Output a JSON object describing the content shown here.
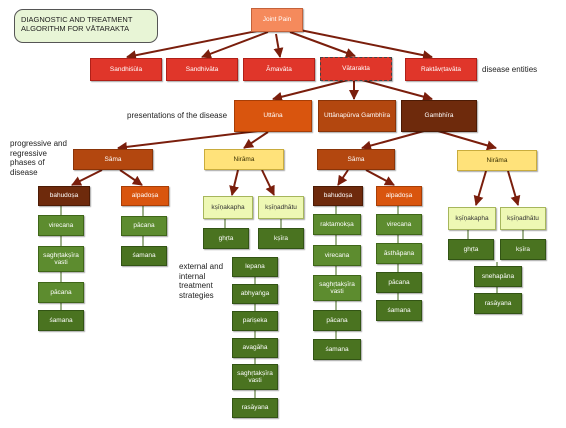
{
  "title": "DIAGNOSTIC AND TREATMENT ALGORITHM FOR VĀTARAKTA",
  "labels": {
    "disease_entities": "disease entities",
    "presentations": "presentations of the disease",
    "progressive": "progressive and regressive phases of disease",
    "external": "external and internal treatment strategies"
  },
  "nodes": {
    "joint_pain": "Joint Pain",
    "sandhisula": "Sandhiśūla",
    "sandhivata": "Sandhivāta",
    "amavata": "Āmavāta",
    "vatarakta": "Vātarakta",
    "raktavrtavata": "Raktāvṛtavāta",
    "uttana": "Uttāna",
    "uttanapurva": "Uttānapūrva Gambhīra",
    "gambhira": "Gambhīra",
    "sama_1": "Sāma",
    "nirama_1": "Nirāma",
    "sama_2": "Sāma",
    "nirama_2": "Nirāma",
    "bahudosa_1": "bahudoṣa",
    "alpadosa_1": "alpadoṣa",
    "ksinakapha_1": "kṣīṇakapha",
    "ksinadhatu_1": "kṣīṇadhātu",
    "bahudosa_2": "bahudoṣa",
    "alpadosa_2": "alpadoṣa",
    "ksinakapha_2": "kṣīṇakapha",
    "ksinadhatu_2": "kṣīṇadhātu",
    "a_virecana": "virecana",
    "a_saghrta": "saghṛtakṣīra vasti",
    "a_pacana": "pācana",
    "a_samana": "śamana",
    "b_pacana": "pācana",
    "b_samana": "śamana",
    "c_ghrta": "ghṛta",
    "c_lepana": "lepana",
    "c_abhyanga": "abhyaṅga",
    "c_pariseka": "pariṣeka",
    "c_avagaha": "avagāha",
    "c_saghrta": "saghṛtakṣīra vasti",
    "c_rasayana": "rasāyana",
    "d_ksira": "kṣīra",
    "e_raktamoksa": "raktamokṣa",
    "e_virecana": "virecana",
    "e_saghrta": "saghṛtakṣīra vasti",
    "e_pacana": "pācana",
    "e_samana": "śamana",
    "f_virecana": "virecana",
    "f_asthapana": "āsthāpana",
    "f_pacana": "pācana",
    "f_samana": "śamana",
    "g_ghrta": "ghṛta",
    "g_snehapana": "snehapāna",
    "g_rasayana": "rasāyana",
    "h_ksira": "kṣīra"
  },
  "colors": {
    "line": "#7a1e0c",
    "red": "#e0362a",
    "orange": "#d9550e",
    "brown": "#6e2a0c",
    "yellow": "#ffe27a",
    "green": "#5d8c2f"
  }
}
